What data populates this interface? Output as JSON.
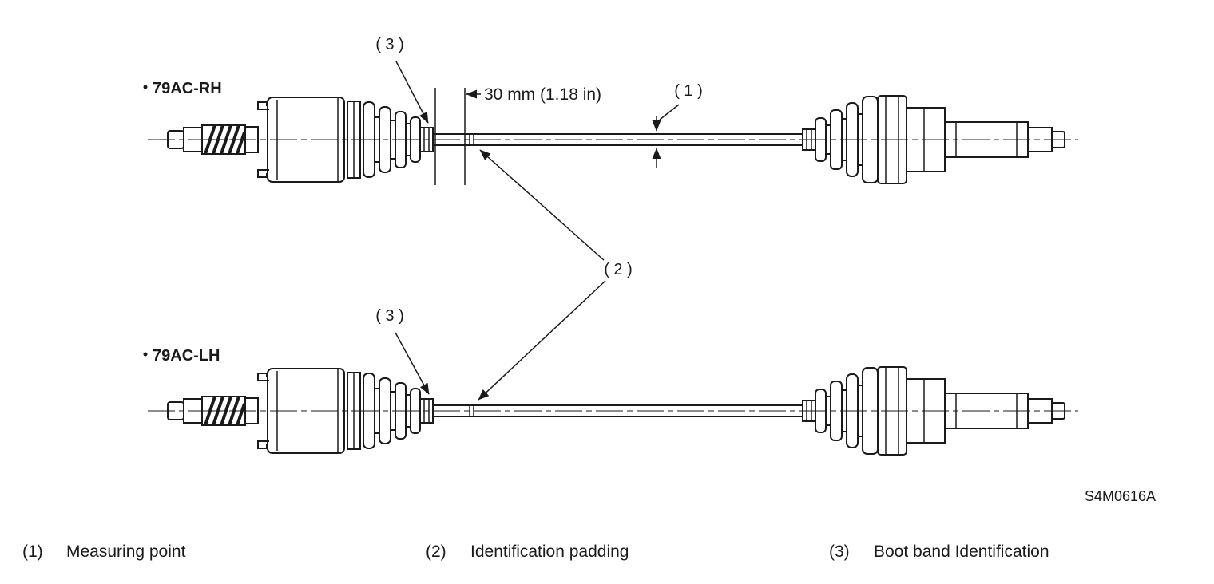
{
  "figure": {
    "ref_code": "S4M0616A",
    "shafts": [
      {
        "label": "79AC-RH"
      },
      {
        "label": "79AC-LH"
      }
    ],
    "callouts": {
      "c1": "( 1 )",
      "c2": "( 2 )",
      "c3": "( 3 )",
      "dimension": "30 mm (1.18 in)"
    },
    "legend": [
      {
        "number": "(1)",
        "label": "Measuring point"
      },
      {
        "number": "(2)",
        "label": "Identification padding"
      },
      {
        "number": "(3)",
        "label": "Boot band Identification"
      }
    ],
    "colors": {
      "ink": "#1a1a1a",
      "background": "#ffffff"
    }
  }
}
